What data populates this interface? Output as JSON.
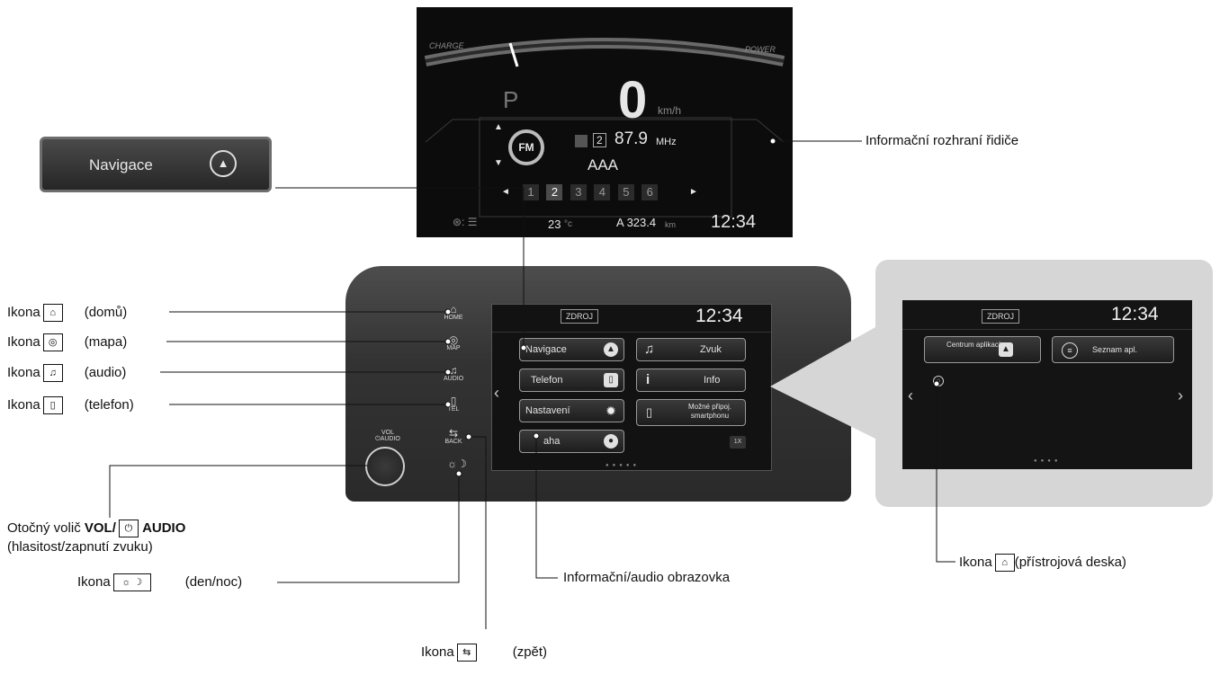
{
  "cluster": {
    "gauge_left": "CHARGE",
    "gauge_right": "POWER",
    "gear": "P",
    "speed": "0",
    "speed_unit": "km/h",
    "band_icon": "FM",
    "preset_badge": "2",
    "frequency": "87.9",
    "frequency_unit": "MHz",
    "station": "AAA",
    "presets": [
      "1",
      "2",
      "3",
      "4",
      "5",
      "6"
    ],
    "active_preset": "2",
    "temperature": "23",
    "temperature_unit": "°c",
    "trip": "A 323.4",
    "trip_unit": "km",
    "clock": "12:34"
  },
  "nav_callout": {
    "label": "Navigace"
  },
  "head_unit": {
    "knob_label_1": "VOL",
    "knob_label_2": "AUDIO",
    "buttons": [
      "HOME",
      "MAP",
      "AUDIO",
      "TEL",
      "BACK",
      ""
    ],
    "screen": {
      "source": "ZDROJ",
      "clock": "12:34",
      "left_tiles": [
        "Navigace",
        "Telefon",
        "Nastavení",
        "aha"
      ],
      "right_tiles": [
        "Zvuk",
        "Info",
        "Možné připoj. smartphonu"
      ],
      "small_badge": "1X"
    }
  },
  "zoom_screen": {
    "source": "ZDROJ",
    "clock": "12:34",
    "tile_1": "Centrum aplikací",
    "tile_2": "Seznam apl."
  },
  "labels": {
    "home": {
      "prefix": "Ikona",
      "text": "(domů)"
    },
    "map": {
      "prefix": "Ikona",
      "text": "(mapa)"
    },
    "audio": {
      "prefix": "Ikona",
      "text": "(audio)"
    },
    "phone": {
      "prefix": "Ikona",
      "text": "(telefon)"
    },
    "knob_line1_a": "Otočný volič ",
    "knob_line1_b": "VOL",
    "knob_line1_c": "/",
    "knob_line1_d": "AUDIO",
    "knob_line2": "(hlasitost/zapnutí zvuku)",
    "daynight": {
      "prefix": "Ikona",
      "text": "(den/noc)"
    },
    "back": {
      "prefix": "Ikona",
      "text": "(zpět)"
    },
    "driver_info": "Informační rozhraní řidiče",
    "screen": "Informační/audio obrazovka",
    "dashboard": {
      "prefix": "Ikona",
      "text": "(přístrojová deska)"
    }
  },
  "icons": {
    "home": "house-icon",
    "map": "map-icon",
    "audio": "music-note-icon",
    "phone": "phone-icon",
    "daynight": "sun-moon-icon",
    "back": "back-arrow-icon",
    "dashboard": "dashboard-icon",
    "power": "power-icon"
  }
}
